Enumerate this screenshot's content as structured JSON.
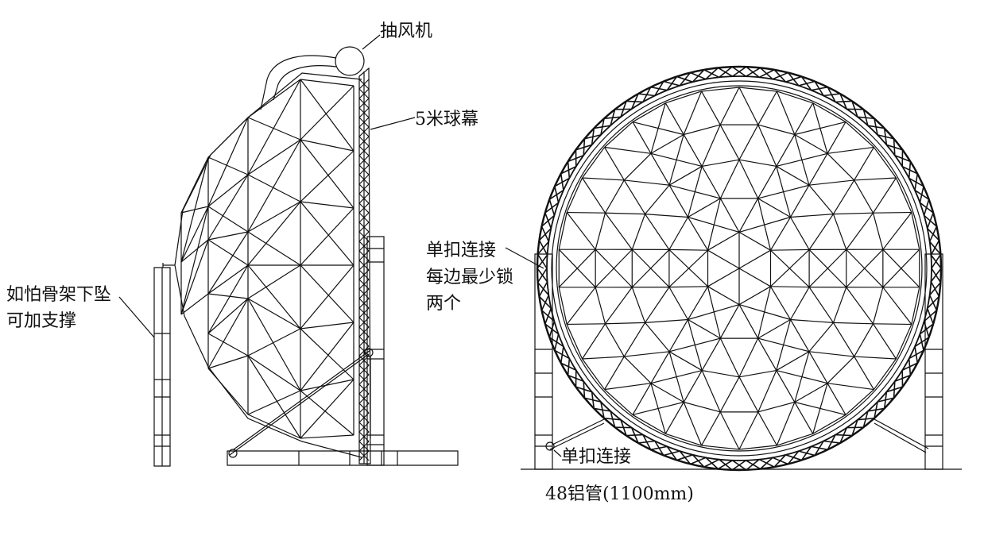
{
  "labels": {
    "fan": "抽风机",
    "dome": "5米球幕",
    "support": [
      "如怕骨架下坠",
      "可加支撑"
    ],
    "connect_multi": [
      "单扣连接",
      "每边最少锁",
      "两个"
    ],
    "connect_bottom": "单扣连接",
    "pipe": "48铝管(1100mm)"
  }
}
